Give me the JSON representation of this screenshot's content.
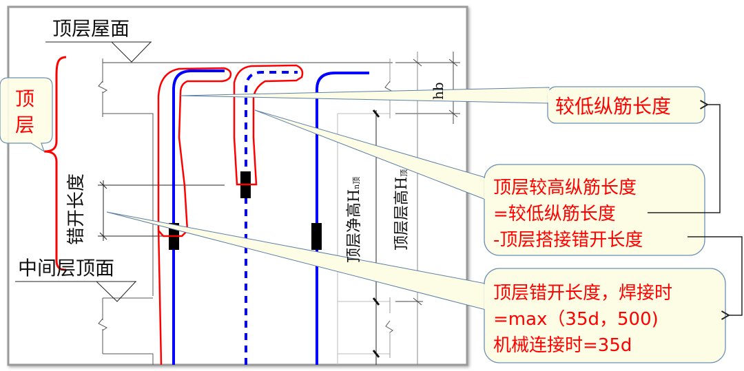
{
  "diagram": {
    "labels": {
      "roof_level": "顶层屋面",
      "middle_floor_top": "中间层顶面",
      "stagger_length": "错开长度",
      "top_clear_height": "顶层净高H",
      "top_clear_height_sub": "n顶",
      "top_floor_height": "顶层层高H",
      "top_floor_height_sub": "顶",
      "beam_height": "hb"
    },
    "top_floor_bubble": [
      "顶",
      "层"
    ],
    "callouts": {
      "lower_bar": {
        "text": "较低纵筋长度"
      },
      "higher_bar": {
        "lines": [
          "顶层较高纵筋长度",
          "=较低纵筋长度",
          "-顶层搭接错开长度"
        ]
      },
      "stagger": {
        "lines": [
          "顶层错开长度，焊接时",
          "=max（35d，500)",
          "机械连接时=35d"
        ]
      }
    },
    "colors": {
      "rebar": "#0000ff",
      "highlight": "#ff0000",
      "callout_fill": "#fdfde6",
      "callout_border": "#6a8fb5",
      "text_red": "#ff0000"
    }
  }
}
